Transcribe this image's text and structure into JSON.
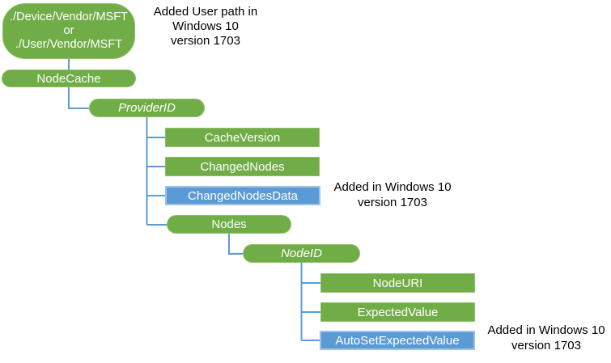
{
  "diagram_title": "NodeCache CSP tree diagram",
  "colors": {
    "node_green": "#70AD47",
    "node_blue": "#5B9BD5",
    "connector_blue": "#5B9BD5",
    "node_text": "#FFFFFF",
    "annotation_text": "#000000"
  },
  "root": {
    "line1": "./Device/Vendor/MSFT",
    "line2": "or",
    "line3": "./User/Vendor/MSFT"
  },
  "nodes": [
    {
      "label": "NodeCache"
    },
    {
      "label": "ProviderID"
    },
    {
      "label": "CacheVersion"
    },
    {
      "label": "ChangedNodes"
    },
    {
      "label": "ChangedNodesData"
    },
    {
      "label": "Nodes"
    },
    {
      "label": "NodeID"
    },
    {
      "label": "NodeURI"
    },
    {
      "label": "ExpectedValue"
    },
    {
      "label": "AutoSetExpectedValue"
    }
  ],
  "annotations": [
    {
      "line1": "Added User path in",
      "line2": "Windows 10",
      "line3": "version 1703"
    },
    {
      "line1": "Added in Windows 10",
      "line2": "version 1703"
    },
    {
      "line1": "Added in Windows 10",
      "line2": "version 1703"
    }
  ]
}
